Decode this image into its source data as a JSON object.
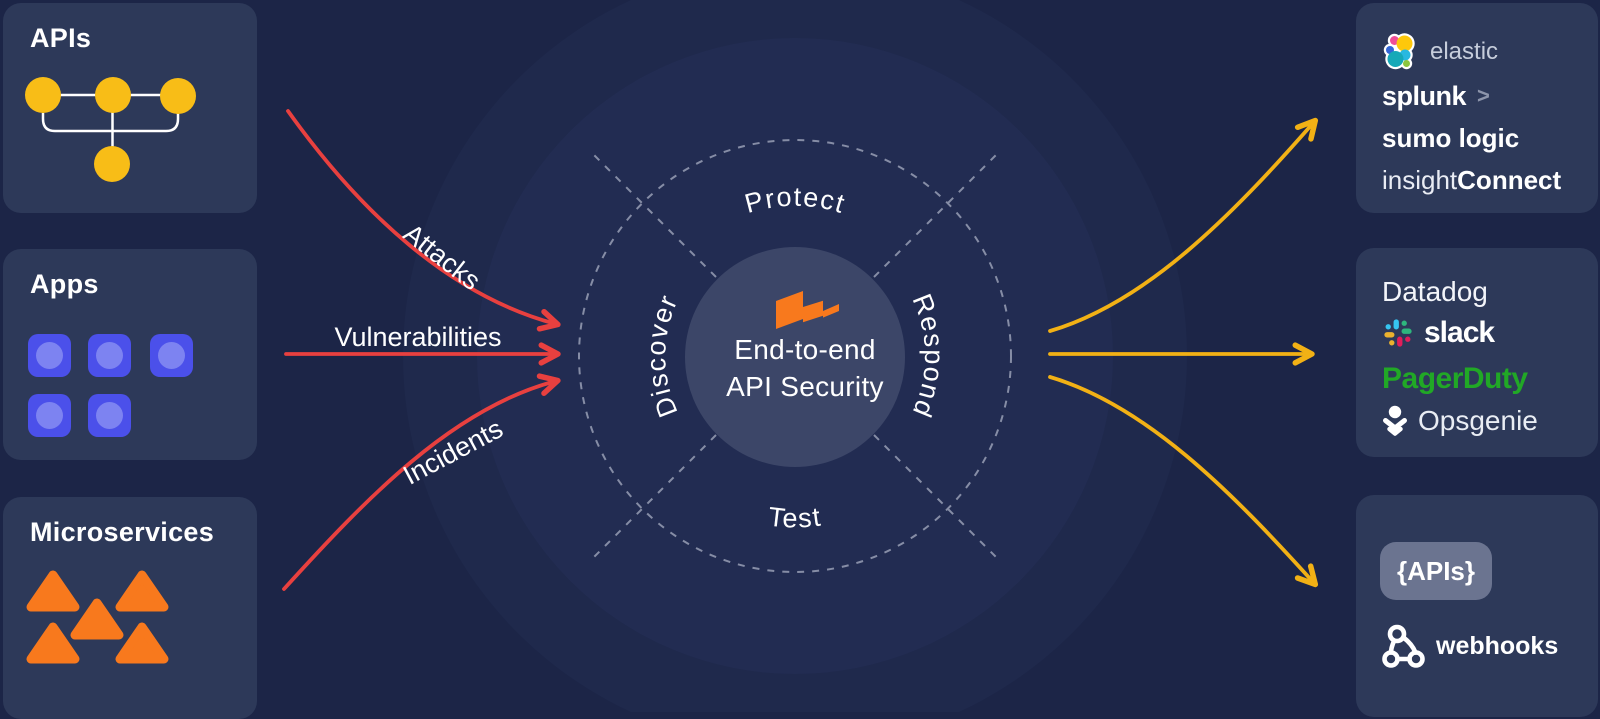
{
  "left_panel": {
    "apis_title": "APIs",
    "apps_title": "Apps",
    "microservices_title": "Microservices"
  },
  "threat_arrows": {
    "attacks": "Attacks",
    "vulnerabilities": "Vulnerabilities",
    "incidents": "Incidents"
  },
  "hub": {
    "line1": "End-to-end",
    "line2": "API Security",
    "quadrant_top": "Protect",
    "quadrant_left": "Discover",
    "quadrant_right": "Respond",
    "quadrant_bottom": "Test"
  },
  "right_panel": {
    "siem_card": {
      "elastic": "elastic",
      "splunk": "splunk",
      "splunk_chevron": ">",
      "sumo_logic": "sumo logic",
      "insight": "insight",
      "connect": "Connect"
    },
    "alerting_card": {
      "datadog": "Datadog",
      "slack": "slack",
      "pagerduty": "PagerDuty",
      "opsgenie": "Opsgenie"
    },
    "custom_card": {
      "apis_badge": "{APIs}",
      "webhooks": "webhooks"
    }
  },
  "colors": {
    "background": "#1c2547",
    "card": "#2d3959",
    "inner_circle": "#3c4668",
    "arrow_red": "#e8403f",
    "arrow_yellow": "#f2b115",
    "node_yellow": "#f8bd17",
    "app_blue": "#4b50ea",
    "triangle_orange": "#f8791d",
    "logo_orange": "#f8791d",
    "pagerduty_green": "#21a826"
  }
}
